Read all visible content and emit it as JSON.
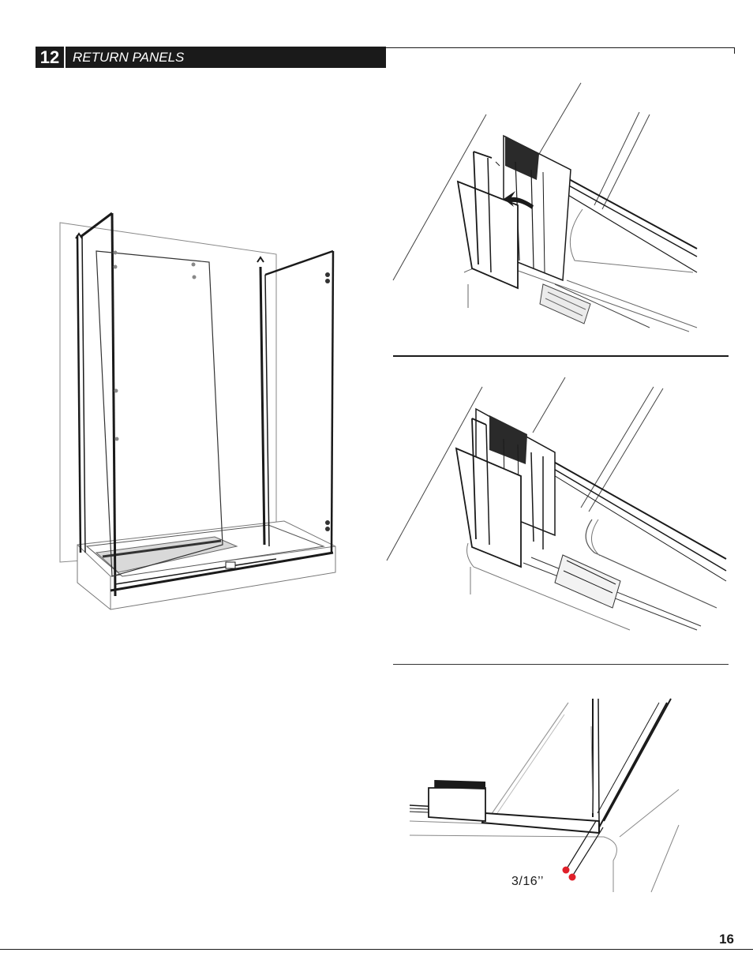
{
  "header": {
    "step_number": "12",
    "step_title": "RETURN PANELS"
  },
  "figures": {
    "shower_overview_icon": "shower-enclosure-overview",
    "detail_1_icon": "return-panel-insertion-detail",
    "detail_2_icon": "return-panel-seated-detail",
    "detail_3_icon": "return-panel-gap-detail",
    "gap_measurement": "3/16’’"
  },
  "colors": {
    "ink": "#1a1a1a",
    "marker_red": "#e0202a",
    "shade": "#d9d9d9"
  },
  "footer": {
    "page_number": "16"
  }
}
